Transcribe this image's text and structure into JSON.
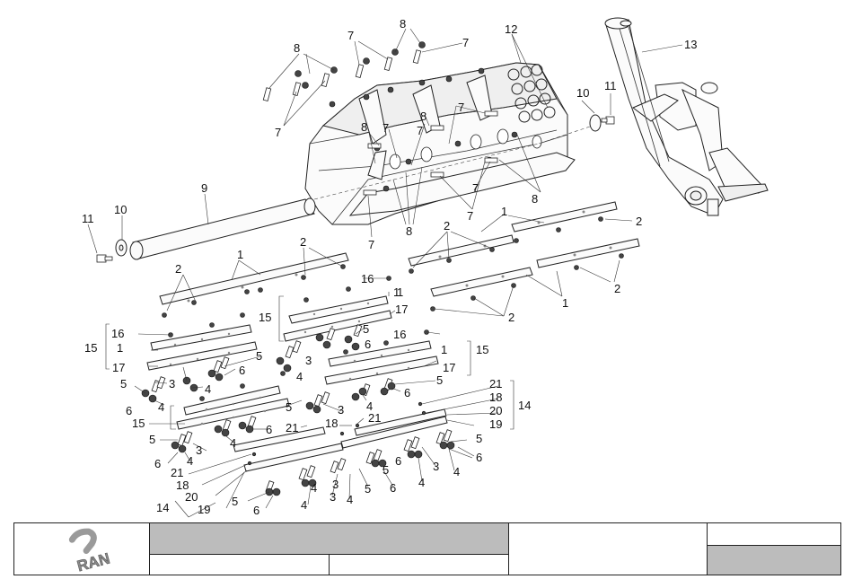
{
  "diagram": {
    "callouts": [
      {
        "id": "c-8a",
        "text": "8"
      },
      {
        "id": "c-8b",
        "text": "8"
      },
      {
        "id": "c-7a",
        "text": "7"
      },
      {
        "id": "c-7b",
        "text": "7"
      },
      {
        "id": "c-7c",
        "text": "7"
      },
      {
        "id": "c-12",
        "text": "12"
      },
      {
        "id": "c-13",
        "text": "13"
      },
      {
        "id": "c-10a",
        "text": "10"
      },
      {
        "id": "c-11a",
        "text": "11"
      },
      {
        "id": "c-8c",
        "text": "8"
      },
      {
        "id": "c-7d",
        "text": "7"
      },
      {
        "id": "c-7e",
        "text": "7"
      },
      {
        "id": "c-8d",
        "text": "8"
      },
      {
        "id": "c-7f",
        "text": "7"
      },
      {
        "id": "c-8e",
        "text": "8"
      },
      {
        "id": "c-9",
        "text": "9"
      },
      {
        "id": "c-10b",
        "text": "10"
      },
      {
        "id": "c-11b",
        "text": "11"
      },
      {
        "id": "c-7g",
        "text": "7"
      },
      {
        "id": "c-8f",
        "text": "8"
      },
      {
        "id": "c-7h",
        "text": "7"
      },
      {
        "id": "c-7i",
        "text": "7"
      },
      {
        "id": "c-1a",
        "text": "1"
      },
      {
        "id": "c-2a",
        "text": "2"
      },
      {
        "id": "c-2b",
        "text": "2"
      },
      {
        "id": "c-1b",
        "text": "1"
      },
      {
        "id": "c-2c",
        "text": "2"
      },
      {
        "id": "c-2d",
        "text": "2"
      },
      {
        "id": "c-1c",
        "text": "1"
      },
      {
        "id": "c-2e",
        "text": "2"
      },
      {
        "id": "c-2f",
        "text": "2"
      },
      {
        "id": "c-1d",
        "text": "1"
      },
      {
        "id": "c-16a",
        "text": "16"
      },
      {
        "id": "c-1e",
        "text": "1"
      },
      {
        "id": "c-15a",
        "text": "15"
      },
      {
        "id": "c-17a",
        "text": "17"
      },
      {
        "id": "c-16b",
        "text": "16"
      },
      {
        "id": "c-15b",
        "text": "15"
      },
      {
        "id": "c-1f",
        "text": "1"
      },
      {
        "id": "c-17b",
        "text": "17"
      },
      {
        "id": "c-5a",
        "text": "5"
      },
      {
        "id": "c-3a",
        "text": "3"
      },
      {
        "id": "c-6a",
        "text": "6"
      },
      {
        "id": "c-4a",
        "text": "4"
      },
      {
        "id": "c-5b",
        "text": "5"
      },
      {
        "id": "c-6b",
        "text": "6"
      },
      {
        "id": "c-16c",
        "text": "16"
      },
      {
        "id": "c-1g",
        "text": "1"
      },
      {
        "id": "c-15c",
        "text": "15"
      },
      {
        "id": "c-17c",
        "text": "17"
      },
      {
        "id": "c-5c",
        "text": "5"
      },
      {
        "id": "c-3b",
        "text": "3"
      },
      {
        "id": "c-4b",
        "text": "4"
      },
      {
        "id": "c-6c",
        "text": "6"
      },
      {
        "id": "c-4c",
        "text": "4"
      },
      {
        "id": "c-5d",
        "text": "5"
      },
      {
        "id": "c-6d",
        "text": "6"
      },
      {
        "id": "c-4d",
        "text": "4"
      },
      {
        "id": "c-15d",
        "text": "15"
      },
      {
        "id": "c-5e",
        "text": "5"
      },
      {
        "id": "c-3c",
        "text": "3"
      },
      {
        "id": "c-4e",
        "text": "4"
      },
      {
        "id": "c-6e",
        "text": "6"
      },
      {
        "id": "c-5f",
        "text": "5"
      },
      {
        "id": "c-3d",
        "text": "3"
      },
      {
        "id": "c-6f",
        "text": "6"
      },
      {
        "id": "c-4f",
        "text": "4"
      },
      {
        "id": "c-21a",
        "text": "21"
      },
      {
        "id": "c-18a",
        "text": "18"
      },
      {
        "id": "c-20a",
        "text": "20"
      },
      {
        "id": "c-19a",
        "text": "19"
      },
      {
        "id": "c-14a",
        "text": "14"
      },
      {
        "id": "c-21b",
        "text": "21"
      },
      {
        "id": "c-18b",
        "text": "18"
      },
      {
        "id": "c-21c",
        "text": "21"
      },
      {
        "id": "c-5g",
        "text": "5"
      },
      {
        "id": "c-3e",
        "text": "3"
      },
      {
        "id": "c-4g",
        "text": "4"
      },
      {
        "id": "c-6g",
        "text": "6"
      },
      {
        "id": "c-21d",
        "text": "21"
      },
      {
        "id": "c-18c",
        "text": "18"
      },
      {
        "id": "c-20b",
        "text": "20"
      },
      {
        "id": "c-19b",
        "text": "19"
      },
      {
        "id": "c-14b",
        "text": "14"
      },
      {
        "id": "c-5h",
        "text": "5"
      },
      {
        "id": "c-6h",
        "text": "6"
      },
      {
        "id": "c-4h",
        "text": "4"
      },
      {
        "id": "c-3f",
        "text": "3"
      },
      {
        "id": "c-4i",
        "text": "4"
      },
      {
        "id": "c-5i",
        "text": "5"
      },
      {
        "id": "c-6i",
        "text": "6"
      },
      {
        "id": "c-4j",
        "text": "4"
      },
      {
        "id": "c-3g",
        "text": "3"
      },
      {
        "id": "c-4k",
        "text": "4"
      },
      {
        "id": "c-5j",
        "text": "5"
      },
      {
        "id": "c-6j",
        "text": "6"
      }
    ]
  },
  "title_block": {
    "logo_text": "RAN",
    "colors": {
      "header_fill": "#bcbcbc",
      "line": "#222222"
    }
  }
}
